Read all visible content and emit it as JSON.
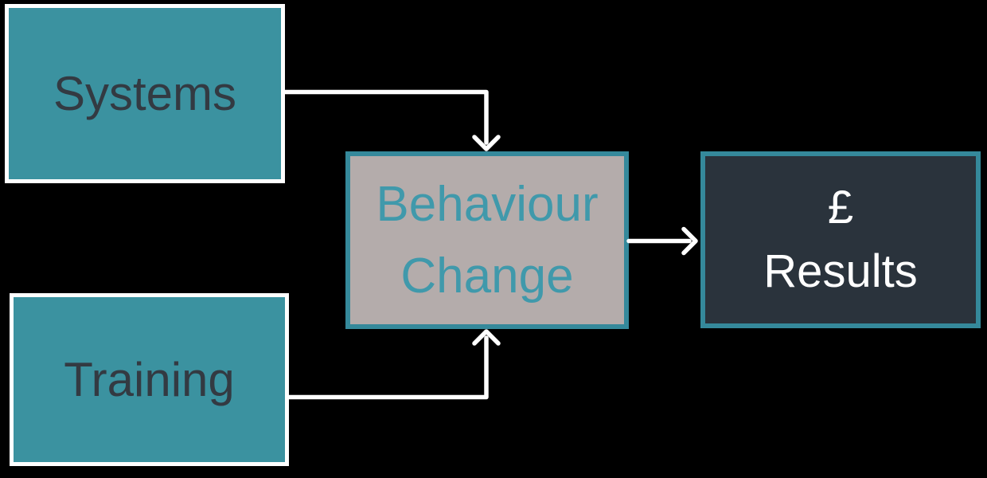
{
  "nodes": {
    "systems": {
      "label": "Systems"
    },
    "training": {
      "label": "Training"
    },
    "behaviour_change": {
      "line1": "Behaviour",
      "line2": "Change"
    },
    "results": {
      "line1": "£",
      "line2": "Results"
    }
  },
  "edges": [
    {
      "from": "systems",
      "to": "behaviour_change"
    },
    {
      "from": "training",
      "to": "behaviour_change"
    },
    {
      "from": "behaviour_change",
      "to": "results"
    }
  ],
  "colors": {
    "background": "#000000",
    "teal_fill": "#3b92a0",
    "teal_border": "#35899b",
    "teal_text": "#4099ab",
    "gray_fill": "#b4acab",
    "dark_fill": "#2a333c",
    "dark_text": "#333a42",
    "light_text": "#ffffff",
    "connector": "#ffffff",
    "white_border": "#ffffff"
  }
}
